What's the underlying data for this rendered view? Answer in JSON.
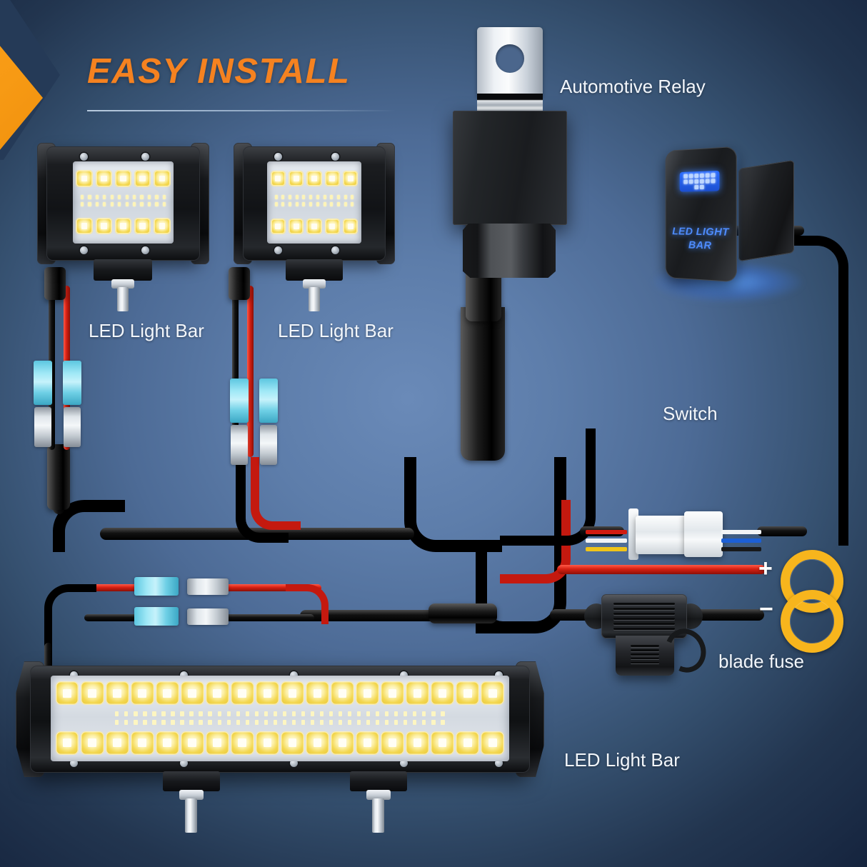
{
  "page": {
    "title": "EASY INSTALL",
    "background_center": "#5d7daa",
    "background_edge": "#16253f",
    "accent_orange": "#f58220",
    "accent_yellow": "#f7b51d",
    "accent_blue": "#4f8dff"
  },
  "labels": {
    "relay": "Automotive Relay",
    "switch": "Switch",
    "blade_fuse": "blade fuse",
    "pod_left": "LED Light Bar",
    "pod_right": "LED Light Bar",
    "light_bar": "LED Light Bar",
    "plus": "+",
    "minus": "−"
  },
  "switch_device": {
    "engraved_text_line1": "LED LIGHT",
    "engraved_text_line2": "BAR",
    "icon": "led-light-bar-icon",
    "backlight_color": "#2b6dff"
  },
  "components": [
    {
      "name": "automotive-relay",
      "label": "Automotive Relay"
    },
    {
      "name": "led-pod-left",
      "label": "LED Light Bar"
    },
    {
      "name": "led-pod-right",
      "label": "LED Light Bar"
    },
    {
      "name": "rocker-switch",
      "label": "Switch"
    },
    {
      "name": "inline-blade-fuse",
      "label": "blade fuse"
    },
    {
      "name": "led-light-bar",
      "label": "LED Light Bar"
    },
    {
      "name": "battery-ring-terminal-positive",
      "label": "+"
    },
    {
      "name": "battery-ring-terminal-negative",
      "label": "−"
    }
  ]
}
